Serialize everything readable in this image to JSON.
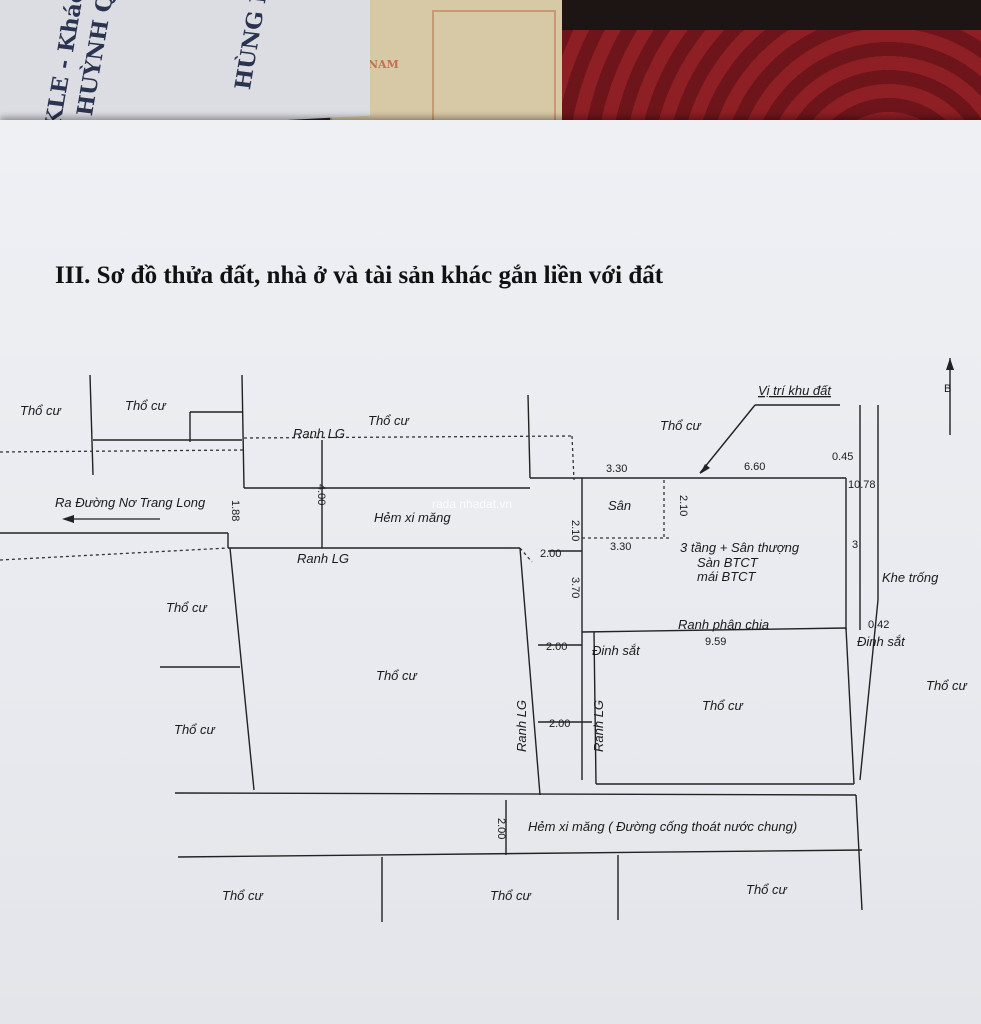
{
  "background": {
    "left_paper_text_1": "HUỲNH QUỐ",
    "left_paper_text_2": "KLE - Khách",
    "left_paper_text_3": "HÙNG LÊ K",
    "tan_paper_text": "NAM"
  },
  "section_title": "III. Sơ đồ thửa đất, nhà ở và tài sản khác gắn liền với đất",
  "watermark": "rada nhadat.vn",
  "diagram": {
    "labels": {
      "tho_cu_1": "Thổ cư",
      "tho_cu_2": "Thổ cư",
      "tho_cu_3": "Thổ cư",
      "tho_cu_4": "Thổ cư",
      "tho_cu_5": "Thổ cư",
      "tho_cu_6": "Thổ cư",
      "tho_cu_7": "Thổ cư",
      "tho_cu_8": "Thổ cư",
      "tho_cu_9": "Thổ cư",
      "tho_cu_10": "Thổ cư",
      "tho_cu_11": "Thổ cư",
      "tho_cu_12": "Thổ cư",
      "ranh_lg_top": "Ranh LG",
      "ranh_lg_mid": "Ranh LG",
      "ranh_lg_v1": "Ranh LG",
      "ranh_lg_v2": "Ranh LG",
      "ra_duong": "Ra Đường Nơ Trang Long",
      "hem_xi_mang_top": "Hẻm xi măng",
      "hem_xi_mang_bottom": "Hẻm xi măng ( Đường cống thoát nước chung)",
      "vi_tri": "Vị trí khu đất",
      "san": "Sân",
      "building_line1": "3 tầng + Sân thượng",
      "building_line2": "Sàn BTCT",
      "building_line3": "mái BTCT",
      "ranh_phan_chia": "Ranh phân chia",
      "dinh_sat_1": "Đinh sắt",
      "dinh_sat_2": "Đinh sắt",
      "khe_trong": "Khe trống"
    },
    "dimensions": {
      "d_330_top": "3.30",
      "d_660": "6.60",
      "d_045": "0.45",
      "d_1078": "10.78",
      "d_210_left": "2.10",
      "d_210_right": "2.10",
      "d_330_mid": "3.30",
      "d_200_a": "2.00",
      "d_370": "3.70",
      "d_200_b": "2.00",
      "d_200_c": "2.00",
      "d_959": "9.59",
      "d_042": "0.42",
      "d_400": "4.00",
      "d_188": "1.88",
      "d_200_vert": "2.00",
      "d_3": "3",
      "north": "B"
    }
  }
}
